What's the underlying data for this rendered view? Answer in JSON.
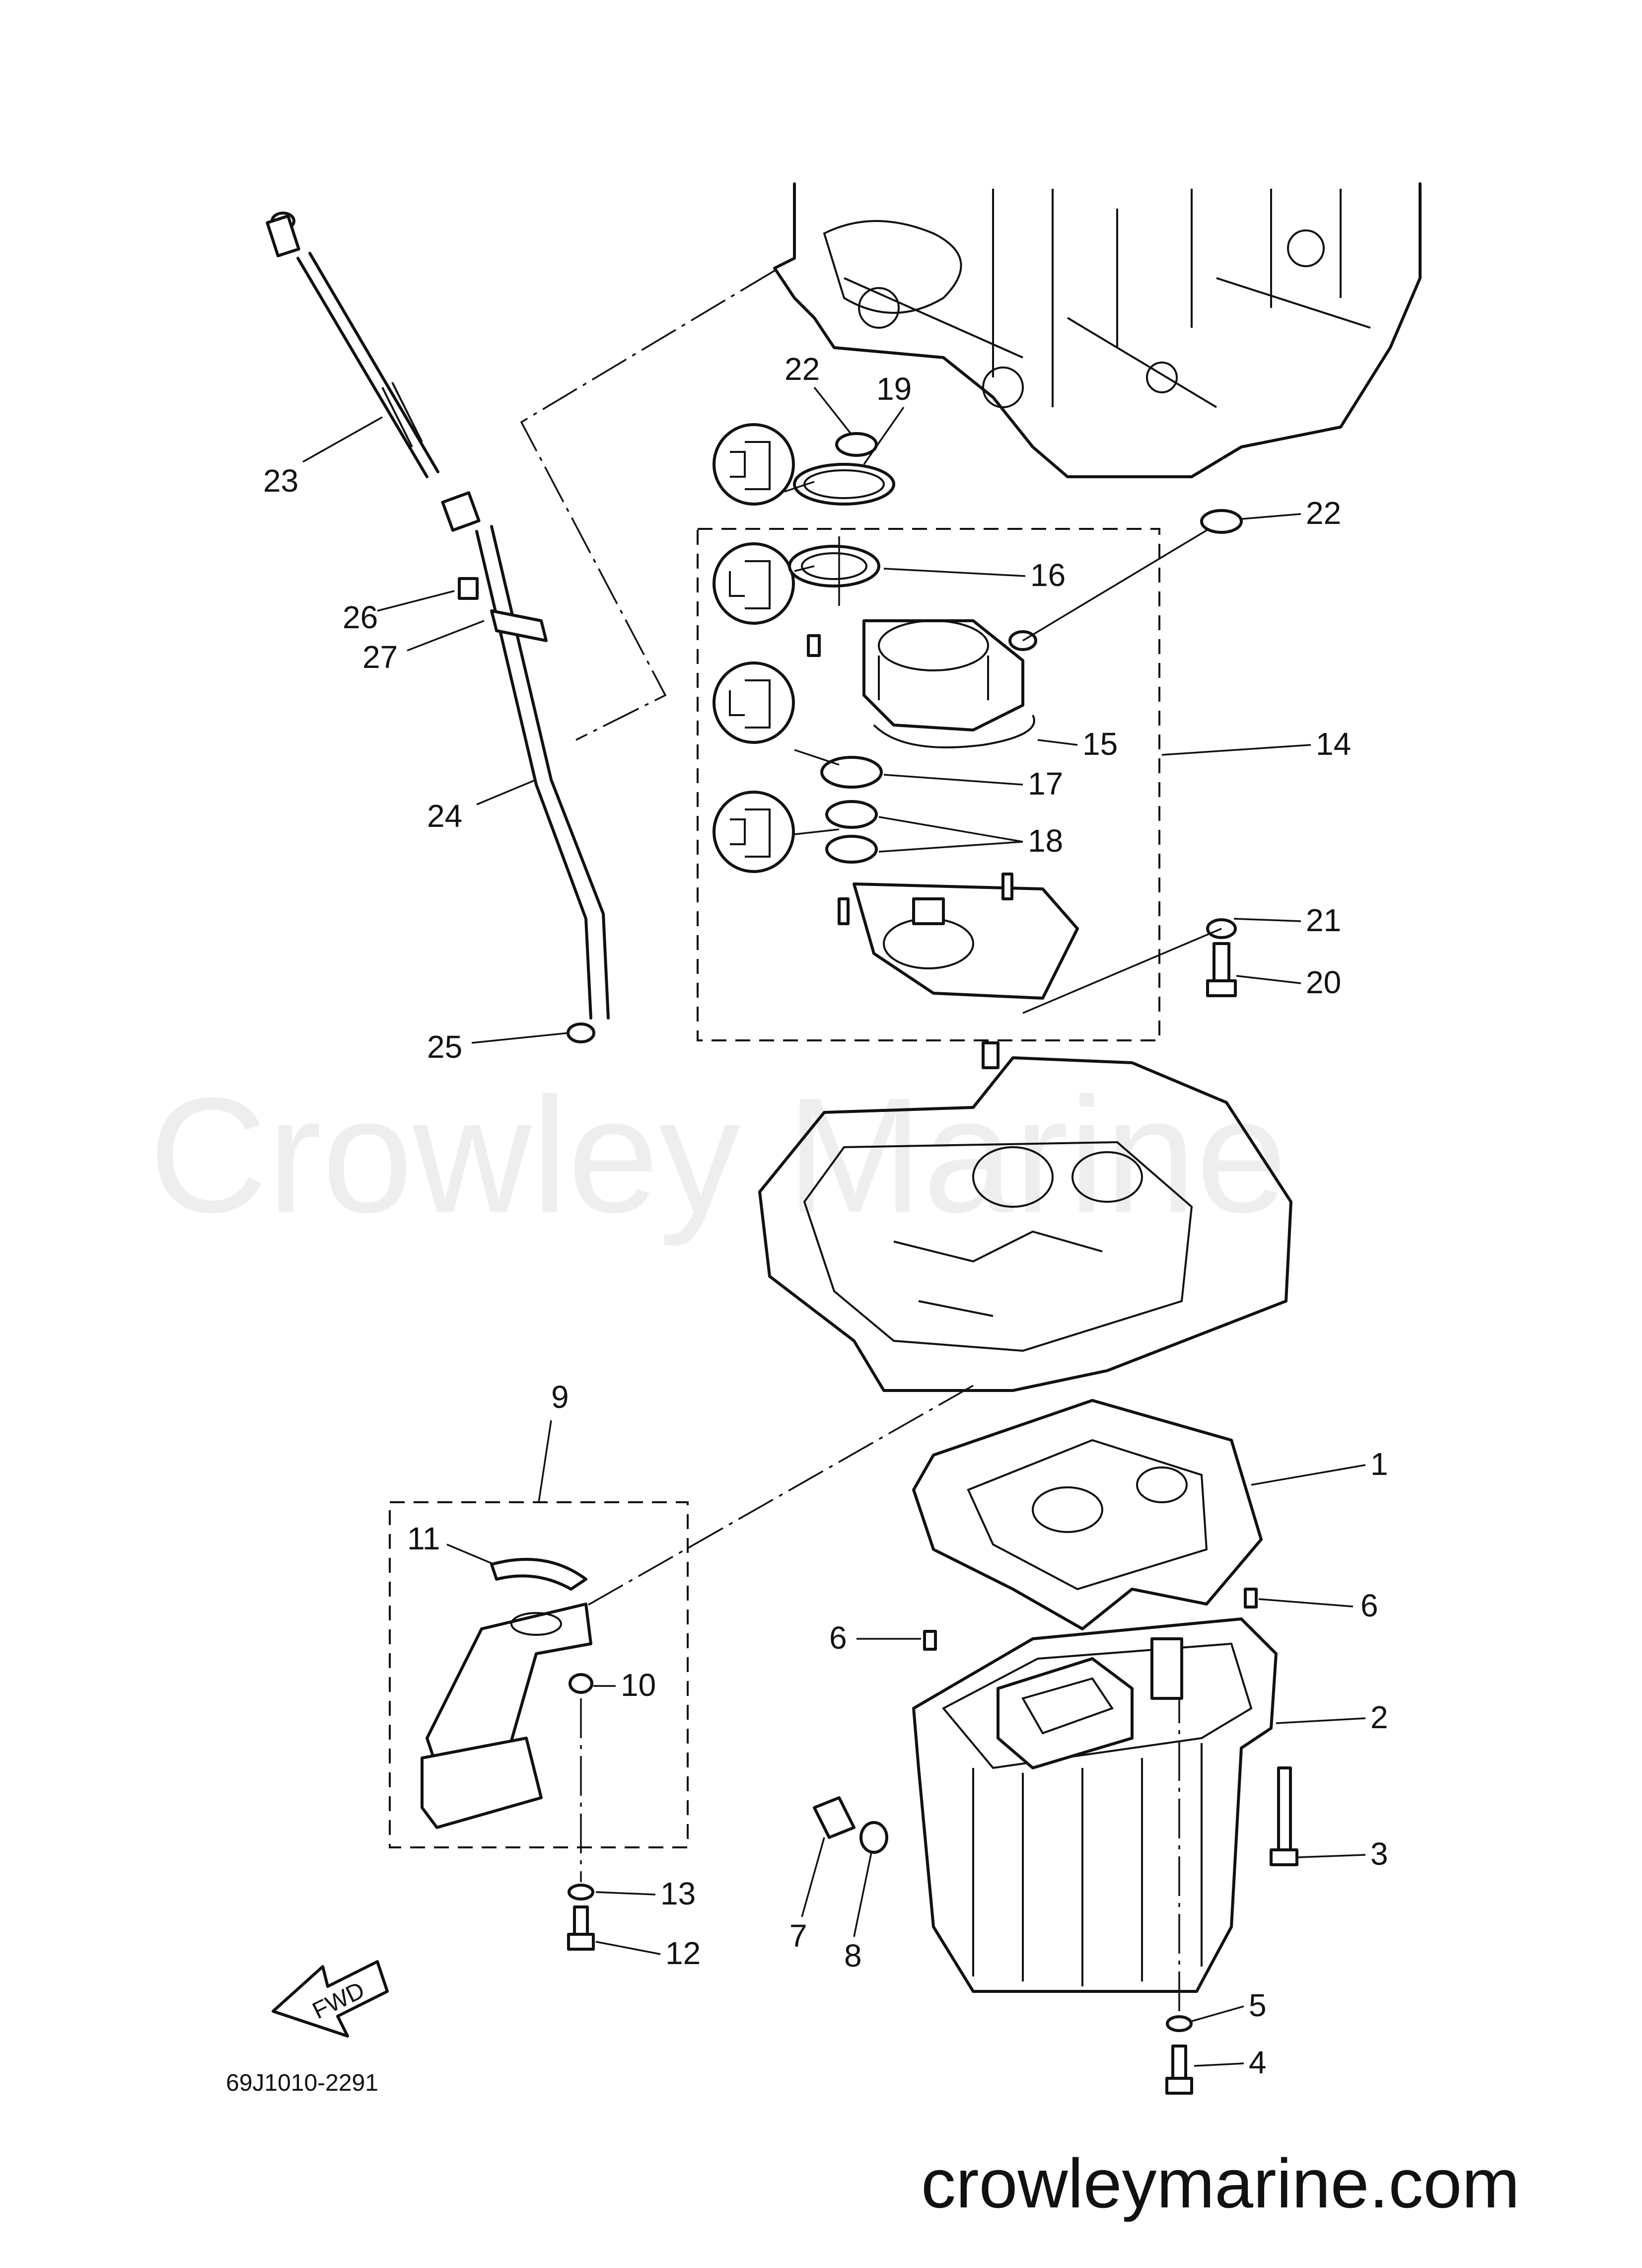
{
  "watermark": "Crowley Marine",
  "footer_url": "crowleymarine.com",
  "diagram_code": "69J1010-2291",
  "fwd_label": "FWD",
  "callouts": {
    "c1": "1",
    "c2": "2",
    "c3": "3",
    "c4": "4",
    "c5": "5",
    "c6a": "6",
    "c6b": "6",
    "c7": "7",
    "c8": "8",
    "c9": "9",
    "c10": "10",
    "c11": "11",
    "c12": "12",
    "c13": "13",
    "c14": "14",
    "c15": "15",
    "c16": "16",
    "c17": "17",
    "c18": "18",
    "c19": "19",
    "c20": "20",
    "c21": "21",
    "c22a": "22",
    "c22b": "22",
    "c23": "23",
    "c24": "24",
    "c25": "25",
    "c26": "26",
    "c27": "27"
  }
}
